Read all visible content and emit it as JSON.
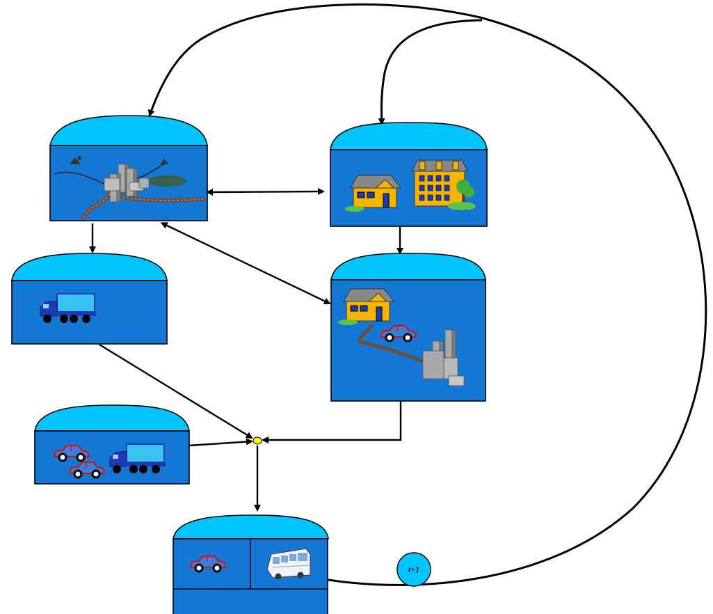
{
  "diagram": {
    "time_step_label": "t+1",
    "colors": {
      "box_fill": "#1477d3",
      "cap_fill": "#00c4ff",
      "junction": "#ffff00",
      "arrow": "#000000",
      "building": "#a9a9a9",
      "house": "#f5b400",
      "roof": "#888888",
      "truck_cab": "#1a3cb0",
      "truck_bed": "#39c3f0",
      "car_outline": "#d01818",
      "vegetation": "#5cc24a"
    },
    "nodes": [
      {
        "id": "land-use-city",
        "icons": [
          "city-buildings-icon",
          "road-icon",
          "lake-icon",
          "tree-icon"
        ]
      },
      {
        "id": "residential-housing",
        "icons": [
          "house-icon",
          "apartment-building-icon",
          "tree-icon"
        ]
      },
      {
        "id": "freight-transport",
        "icons": [
          "truck-icon"
        ]
      },
      {
        "id": "commuting-trips",
        "icons": [
          "house-icon",
          "car-icon",
          "road-icon",
          "office-buildings-icon"
        ]
      },
      {
        "id": "traffic-mix",
        "icons": [
          "car-icon",
          "car-icon",
          "truck-icon"
        ]
      },
      {
        "id": "mode-choice",
        "icons": [
          "car-icon",
          "bus-icon"
        ]
      }
    ],
    "edges": [
      {
        "from": "land-use-city",
        "to": "residential-housing",
        "direction": "both"
      },
      {
        "from": "land-use-city",
        "to": "commuting-trips",
        "direction": "both"
      },
      {
        "from": "land-use-city",
        "to": "freight-transport",
        "direction": "forward"
      },
      {
        "from": "residential-housing",
        "to": "commuting-trips",
        "direction": "forward"
      },
      {
        "from": "freight-transport",
        "to": "junction",
        "direction": "forward"
      },
      {
        "from": "traffic-mix",
        "to": "junction",
        "direction": "forward"
      },
      {
        "from": "commuting-trips",
        "to": "junction",
        "direction": "forward"
      },
      {
        "from": "junction",
        "to": "mode-choice",
        "direction": "forward"
      },
      {
        "from": "mode-choice",
        "to": "land-use-city",
        "direction": "feedback"
      },
      {
        "from": "mode-choice",
        "to": "residential-housing",
        "direction": "feedback"
      }
    ]
  }
}
